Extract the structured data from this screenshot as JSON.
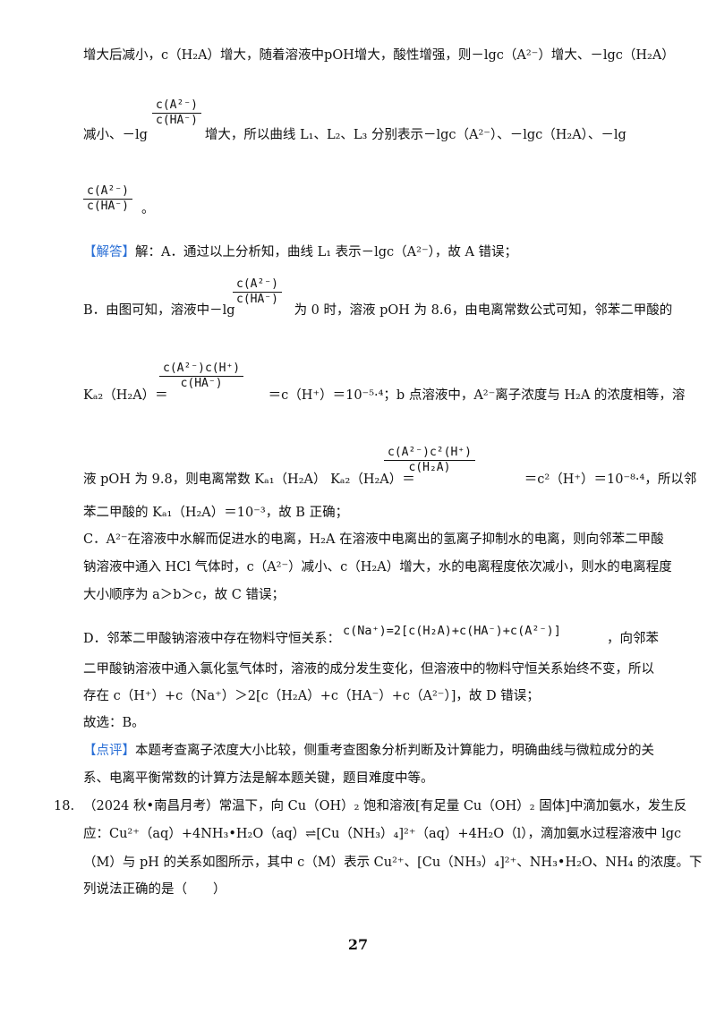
{
  "lines": {
    "l1": "增大后减小，c（H₂A）增大，随着溶液中pOH增大，酸性增强，则－lgc（A²⁻）增大、－lgc（H₂A）",
    "l2_pre": "减小、－lg",
    "l2_post": "增大，所以曲线 L₁、L₂、L₃ 分别表示－lgc（A²⁻）、－lgc（H₂A）、－lg",
    "l3_post": "。",
    "l4_tag": "【解答】",
    "l4_text": "解：A．通过以上分析知，曲线 L₁ 表示－lgc（A²⁻），故 A 错误；",
    "l5_pre": "B．由图可知，溶液中－lg",
    "l5_post": "为 0 时，溶液 pOH 为 8.6，由电离常数公式可知，邻苯二甲酸的",
    "l6_pre": "Kₐ₂（H₂A）＝",
    "l6_post": "＝c（H⁺）＝10⁻⁵·⁴；b 点溶液中，A²⁻离子浓度与 H₂A 的浓度相等，溶",
    "l7_pre": "液 pOH 为 9.8，则电离常数 Kₐ₁（H₂A） Kₐ₂（H₂A）＝",
    "l7_post": "＝c²（H⁺）＝10⁻⁸·⁴，所以邻",
    "l8": "苯二甲酸的 Kₐ₁（H₂A）＝10⁻³，故 B 正确；",
    "l9": "C．A²⁻在溶液中水解而促进水的电离，H₂A 在溶液中电离出的氢离子抑制水的电离，则向邻苯二甲酸",
    "l10": "钠溶液中通入 HCl 气体时，c（A²⁻）减小、c（H₂A）增大，水的电离程度依次减小，则水的电离程度",
    "l11": "大小顺序为 a＞b＞c，故 C 错误；",
    "l12_pre": "D．邻苯二甲酸钠溶液中存在物料守恒关系：",
    "l12_formula": "c(Na⁺)=2[c(H₂A)+c(HA⁻)+c(A²⁻)]",
    "l12_post": "，向邻苯",
    "l13": "二甲酸钠溶液中通入氯化氢气体时，溶液的成分发生变化，但溶液中的物料守恒关系始终不变，所以",
    "l14": "存在 c（H⁺）+c（Na⁺）＞2[c（H₂A）+c（HA⁻）+c（A²⁻）]，故 D 错误；",
    "l15": "故选：B。",
    "l16_tag": "【点评】",
    "l16_text": "本题考查离子浓度大小比较，侧重考查图象分析判断及计算能力，明确曲线与微粒成分的关",
    "l17": "系、电离平衡常数的计算方法是解本题关键，题目难度中等。",
    "l18_num": "18.",
    "l18": "（2024 秋•南昌月考）常温下，向 Cu（OH）₂ 饱和溶液[有足量 Cu（OH）₂ 固体]中滴加氨水，发生反",
    "l19": "应：Cu²⁺（aq）+4NH₃•H₂O（aq）⇌[Cu（NH₃）₄]²⁺（aq）+4H₂O（l），滴加氨水过程溶液中 lgc",
    "l20": "（M）与 pH 的关系如图所示，其中 c（M）表示 Cu²⁺、[Cu（NH₃）₄]²⁺、NH₃•H₂O、NH₄ 的浓度。下",
    "l21": "列说法正确的是（　　）"
  },
  "fractions": {
    "f1": {
      "num": "c(A²⁻)",
      "den": "c(HA⁻)"
    },
    "f2": {
      "num": "c(A²⁻)",
      "den": "c(HA⁻)"
    },
    "f3": {
      "num": "c(A²⁻)",
      "den": "c(HA⁻)"
    },
    "f4": {
      "num": "c(A²⁻)c(H⁺)",
      "den": "c(HA⁻)"
    },
    "f5": {
      "num": "c(A²⁻)c²(H⁺)",
      "den": "c(H₂A)"
    }
  },
  "page_number": "27"
}
